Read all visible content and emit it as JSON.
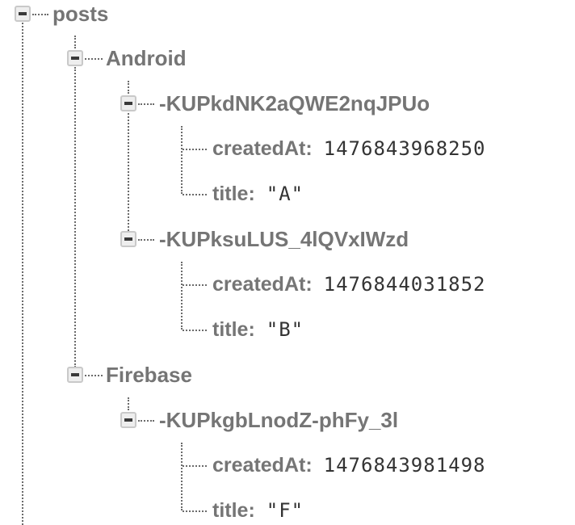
{
  "tree": {
    "root": {
      "label": "posts",
      "children": {
        "android": {
          "label": "Android",
          "entries": [
            {
              "key": "-KUPkdNK2aQWE2nqJPUo",
              "fields": [
                {
                  "name": "createdAt",
                  "value": "1476843968250"
                },
                {
                  "name": "title",
                  "value": "\"A\""
                }
              ]
            },
            {
              "key": "-KUPksuLUS_4lQVxIWzd",
              "fields": [
                {
                  "name": "createdAt",
                  "value": "1476844031852"
                },
                {
                  "name": "title",
                  "value": "\"B\""
                }
              ]
            }
          ]
        },
        "firebase": {
          "label": "Firebase",
          "entries": [
            {
              "key": "-KUPkgbLnodZ-phFy_3l",
              "fields": [
                {
                  "name": "createdAt",
                  "value": "1476843981498"
                },
                {
                  "name": "title",
                  "value": "\"F\""
                }
              ]
            }
          ]
        }
      }
    },
    "colon": ":"
  },
  "colors": {
    "label": "#757575",
    "value": "#333333",
    "line": "#6b6b6b",
    "toggle_border": "#c9c9c9",
    "toggle_bg": "#eeeeee"
  }
}
